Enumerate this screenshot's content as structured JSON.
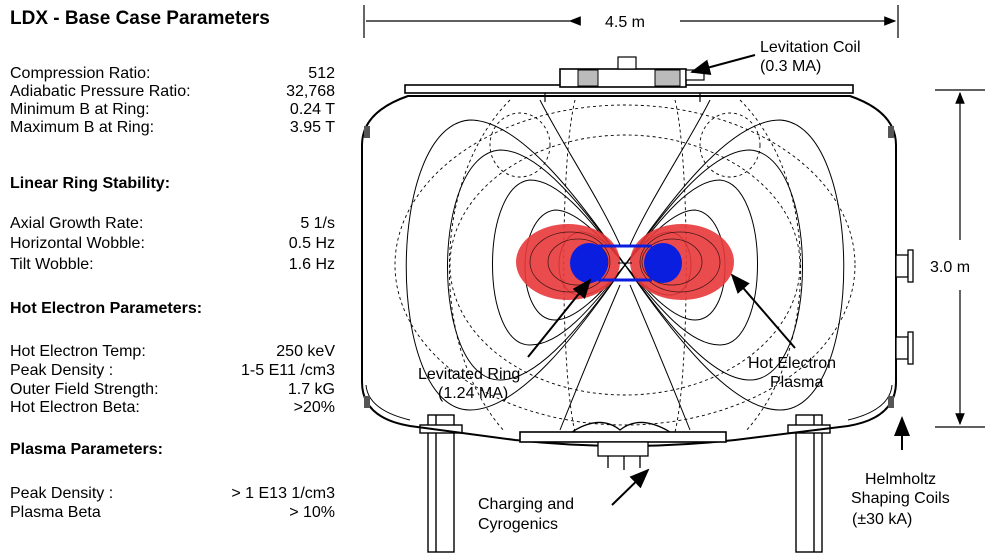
{
  "title": "LDX - Base Case Parameters",
  "sections": [
    {
      "heading": "",
      "rows": [
        {
          "label": "Compression Ratio:",
          "value": "512"
        },
        {
          "label": "Adiabatic Pressure Ratio:",
          "value": "32,768"
        },
        {
          "label": "Minimum B at Ring:",
          "value": "0.24 T"
        },
        {
          "label": "Maximum B at Ring:",
          "value": "3.95 T"
        }
      ]
    },
    {
      "heading": "Linear Ring Stability:",
      "rows": [
        {
          "label": "Axial Growth Rate:",
          "value": "5 1/s"
        },
        {
          "label": "Horizontal Wobble:",
          "value": "0.5 Hz"
        },
        {
          "label": "Tilt Wobble:",
          "value": "1.6 Hz"
        }
      ]
    },
    {
      "heading": "Hot Electron Parameters:",
      "rows": [
        {
          "label": "Hot Electron Temp:",
          "value": "250 keV"
        },
        {
          "label": "Peak Density :",
          "value": "1-5 E11 /cm3"
        },
        {
          "label": "Outer Field Strength:",
          "value": "1.7 kG"
        },
        {
          "label": "Hot Electron Beta:",
          "value": ">20%"
        }
      ]
    },
    {
      "heading": "Plasma Parameters:",
      "rows": [
        {
          "label": "Peak Density :",
          "value": "> 1 E13 1/cm3"
        },
        {
          "label": "Plasma Beta",
          "value": "> 10%"
        }
      ]
    }
  ],
  "diagram": {
    "width_label": "4.5 m",
    "height_label": "3.0 m",
    "levitation_coil": {
      "line1": "Levitation Coil",
      "line2": "(0.3 MA)"
    },
    "levitated_ring": {
      "line1": "Levitated Ring",
      "line2": "(1.24 MA)"
    },
    "hot_electron_plasma": {
      "line1": "Hot Electron",
      "line2": "Plasma"
    },
    "charging": {
      "line1": "Charging and",
      "line2": "Cyrogenics"
    },
    "helmholtz": {
      "line1": "Helmholtz",
      "line2": "Shaping Coils",
      "line3": "(±30 kA)"
    },
    "colors": {
      "plasma": "#e8393b",
      "ring": "#0a1ee0",
      "line": "#000000"
    }
  }
}
